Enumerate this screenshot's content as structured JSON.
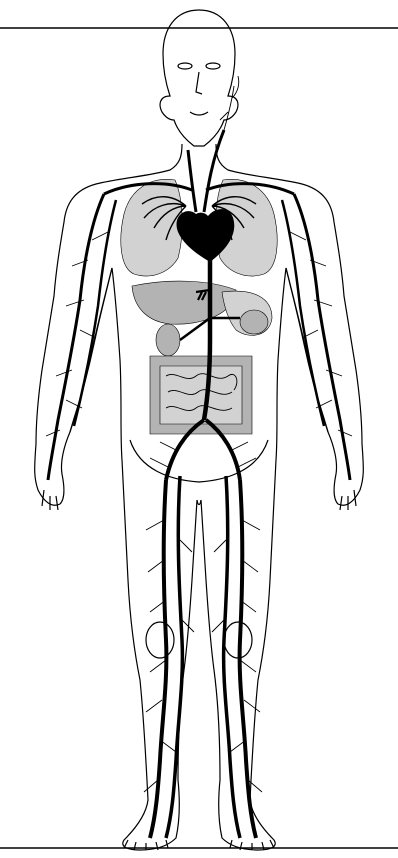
{
  "figure": {
    "kind": "anatomical-illustration",
    "subject": "human-circulatory-system",
    "view": "anterior",
    "labels": []
  },
  "colors": {
    "background": "#ffffff",
    "outline": "#000000",
    "vessel": "#000000",
    "organ_fill": "#b3b3b3",
    "organ_fill_light": "#d2d2d2"
  }
}
